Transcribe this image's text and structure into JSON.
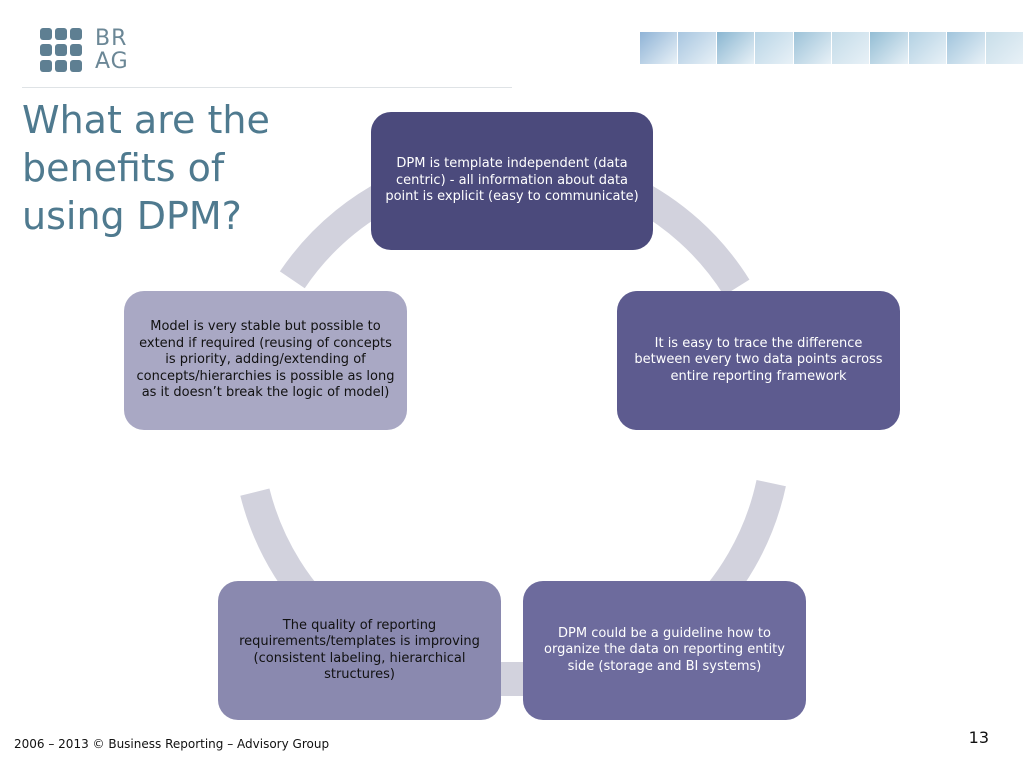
{
  "logo": {
    "line1": "BR",
    "line2": "AG"
  },
  "title": "What are the benefits of using DPM?",
  "cycle": {
    "nodes": [
      {
        "id": "template-independent",
        "text": "DPM is template independent (data centric) - all information about data point is explicit (easy to communicate)",
        "color": "#4b4a7c",
        "text_color": "#ffffff"
      },
      {
        "id": "trace-difference",
        "text": "It is easy to trace the difference between every two data points across entire reporting framework",
        "color": "#5d5b8f",
        "text_color": "#ffffff"
      },
      {
        "id": "guideline",
        "text": "DPM could be a guideline how to organize the data on reporting entity side (storage and BI systems)",
        "color": "#6d6b9d",
        "text_color": "#ffffff"
      },
      {
        "id": "quality",
        "text": "The quality of reporting requirements/templates is improving (consistent labeling, hierarchical structures)",
        "color": "#8a89af",
        "text_color": "#111111"
      },
      {
        "id": "stable-model",
        "text": "Model is very stable but possible to extend if required (reusing of concepts is priority, adding/extending of concepts/hierarchies is possible as long as it doesn’t break the logic of model)",
        "color": "#a9a8c4",
        "text_color": "#111111"
      }
    ],
    "arrow_color": "#d2d2dd"
  },
  "banner_colors": [
    "#8fb3d6",
    "#a8c6e0",
    "#8ab6d1",
    "#b9d5e6",
    "#9cc2d8",
    "#c3dbe8",
    "#93bdd4",
    "#b3d1e3",
    "#a0c4dc",
    "#c8dee9"
  ],
  "footer": "2006 – 2013 © Business Reporting – Advisory Group",
  "page_number": "13"
}
